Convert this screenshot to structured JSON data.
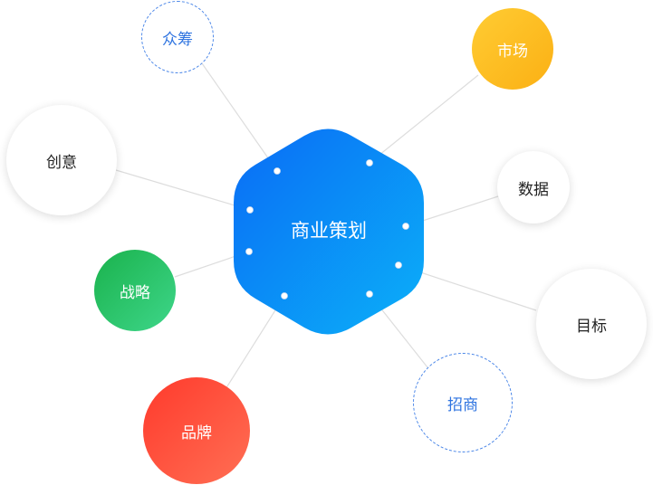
{
  "center": {
    "label": "商业策划"
  },
  "nodes": [
    {
      "id": "crowdfunding",
      "label": "众筹",
      "style": "dashed"
    },
    {
      "id": "market",
      "label": "市场",
      "style": "filled",
      "gradient": [
        "#ffcc33",
        "#fbb014"
      ]
    },
    {
      "id": "creativity",
      "label": "创意",
      "style": "white"
    },
    {
      "id": "data",
      "label": "数据",
      "style": "white"
    },
    {
      "id": "strategy",
      "label": "战略",
      "style": "filled",
      "gradient": [
        "#1ab24c",
        "#3ed68a"
      ]
    },
    {
      "id": "target",
      "label": "目标",
      "style": "white"
    },
    {
      "id": "brand",
      "label": "品牌",
      "style": "filled",
      "gradient": [
        "#ff3a2c",
        "#ff6f54"
      ]
    },
    {
      "id": "investment",
      "label": "招商",
      "style": "dashed"
    }
  ],
  "colors": {
    "hexagon_start": "#0a6cf5",
    "hexagon_end": "#0bb0f8",
    "connector": "#dcdcdc"
  }
}
